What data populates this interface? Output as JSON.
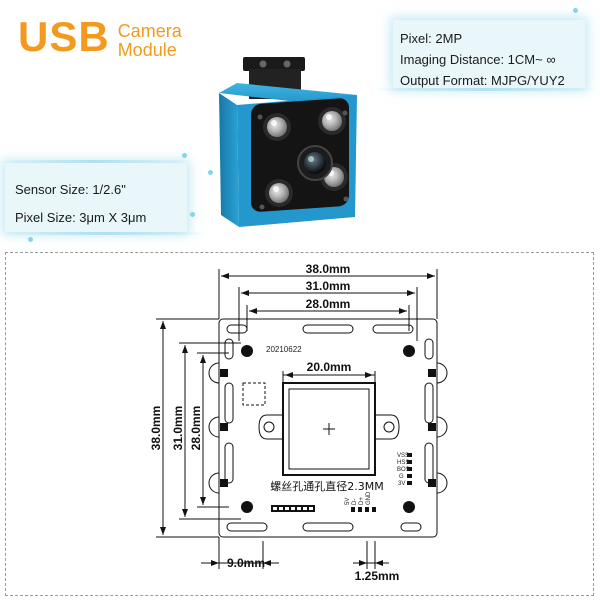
{
  "brand": {
    "logo": "USB",
    "line1": "Camera",
    "line2": "Module",
    "color": "#f39a1e"
  },
  "specs_right": {
    "pixel": "Pixel: 2MP",
    "distance": "Imaging Distance: 1CM~ ∞",
    "format": "Output Format: MJPG/YUY2"
  },
  "specs_left": {
    "sensor": "Sensor Size: 1/2.6\"",
    "pixel_size": "Pixel Size: 3μm X 3μm"
  },
  "drawing": {
    "dim_38_top": "38.0mm",
    "dim_31_top": "31.0mm",
    "dim_28_top": "28.0mm",
    "dim_20": "20.0mm",
    "dim_38_left": "38.0mm",
    "dim_31_left": "31.0mm",
    "dim_28_left": "28.0mm",
    "dim_9": "9.0mm",
    "dim_125": "1.25mm",
    "date_code": "20210622",
    "note": "螺丝孔通孔直径2.3MM",
    "pin_labels": [
      "VSS",
      "HSS",
      "BOS",
      "G",
      "3V"
    ],
    "connector_labels": [
      "5V",
      "D-",
      "D+",
      "GND"
    ]
  },
  "colors": {
    "housing": "#1f8fc4",
    "spec_bg": "#e9f7fb"
  }
}
